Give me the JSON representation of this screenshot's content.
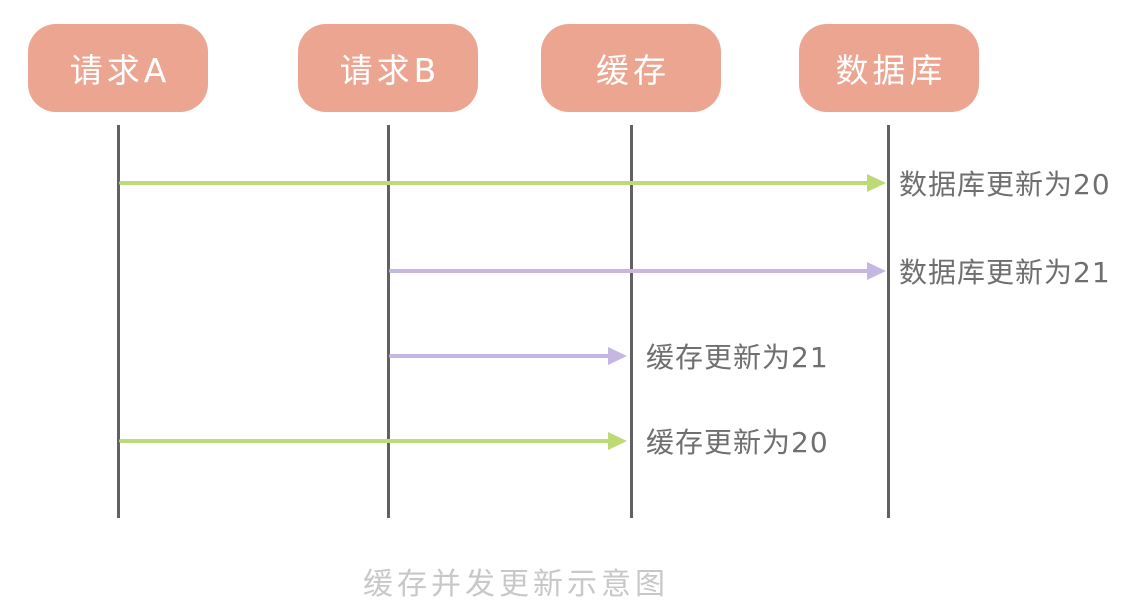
{
  "diagram": {
    "type": "sequence-diagram",
    "caption": "缓存并发更新示意图",
    "colors": {
      "actor_fill": "#ECA590",
      "actor_text": "#FFFFFF",
      "lifeline": "#616161",
      "green_arrow": "#BCDB76",
      "purple_arrow": "#C6B7E2",
      "label_text": "#6F6F6F",
      "caption_text": "#C8C8C8"
    },
    "actors": [
      {
        "label": "请求A"
      },
      {
        "label": "请求B"
      },
      {
        "label": "缓存"
      },
      {
        "label": "数据库"
      }
    ],
    "messages": [
      {
        "from": "请求A",
        "to": "数据库",
        "label": "数据库更新为20",
        "color": "green"
      },
      {
        "from": "请求B",
        "to": "数据库",
        "label": "数据库更新为21",
        "color": "purple"
      },
      {
        "from": "请求B",
        "to": "缓存",
        "label": "缓存更新为21",
        "color": "purple"
      },
      {
        "from": "请求A",
        "to": "缓存",
        "label": "缓存更新为20",
        "color": "green"
      }
    ]
  }
}
